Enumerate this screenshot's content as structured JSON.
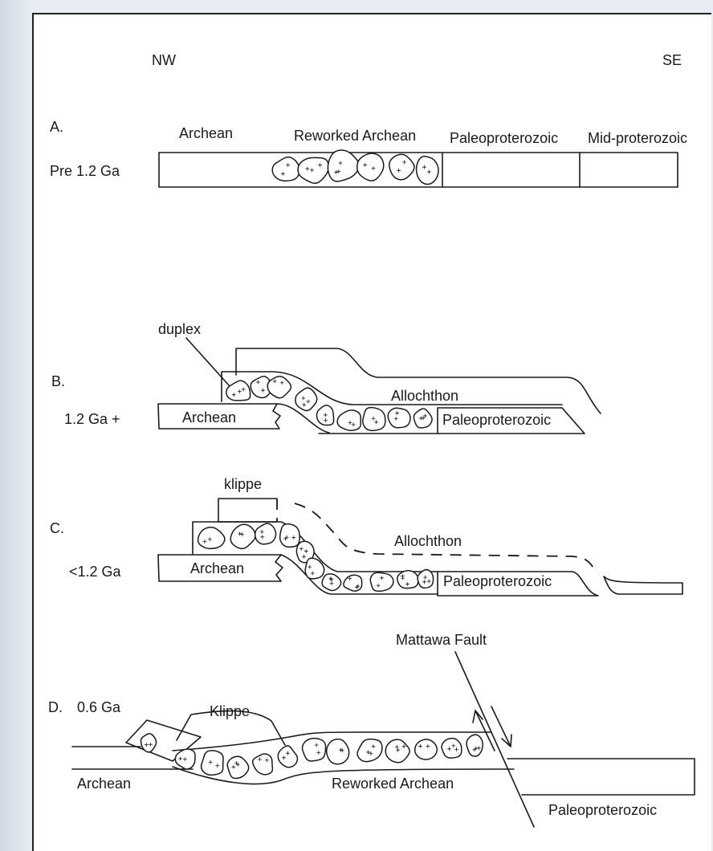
{
  "orientation": {
    "left": "NW",
    "right": "SE"
  },
  "panels": [
    {
      "letter": "A.",
      "age": "Pre 1.2 Ga",
      "labels": [
        "Archean",
        "Reworked Archean",
        "Paleoproterozoic",
        "Mid-proterozoic"
      ]
    },
    {
      "letter": "B.",
      "age": "1.2 Ga +",
      "labels": {
        "duplex": "duplex",
        "allochthon": "Allochthon",
        "archean": "Archean",
        "paleo": "Paleoproterozoic"
      }
    },
    {
      "letter": "C.",
      "age": "<1.2 Ga",
      "labels": {
        "klippe": "klippe",
        "allochthon": "Allochthon",
        "archean": "Archean",
        "paleo": "Paleoproterozoic"
      }
    },
    {
      "letter": "D.",
      "age": "0.6 Ga",
      "labels": {
        "fault": "Mattawa Fault",
        "klippe": "Klippe",
        "archean": "Archean",
        "reworked": "Reworked Archean",
        "paleo": "Paleoproterozoic"
      }
    }
  ]
}
